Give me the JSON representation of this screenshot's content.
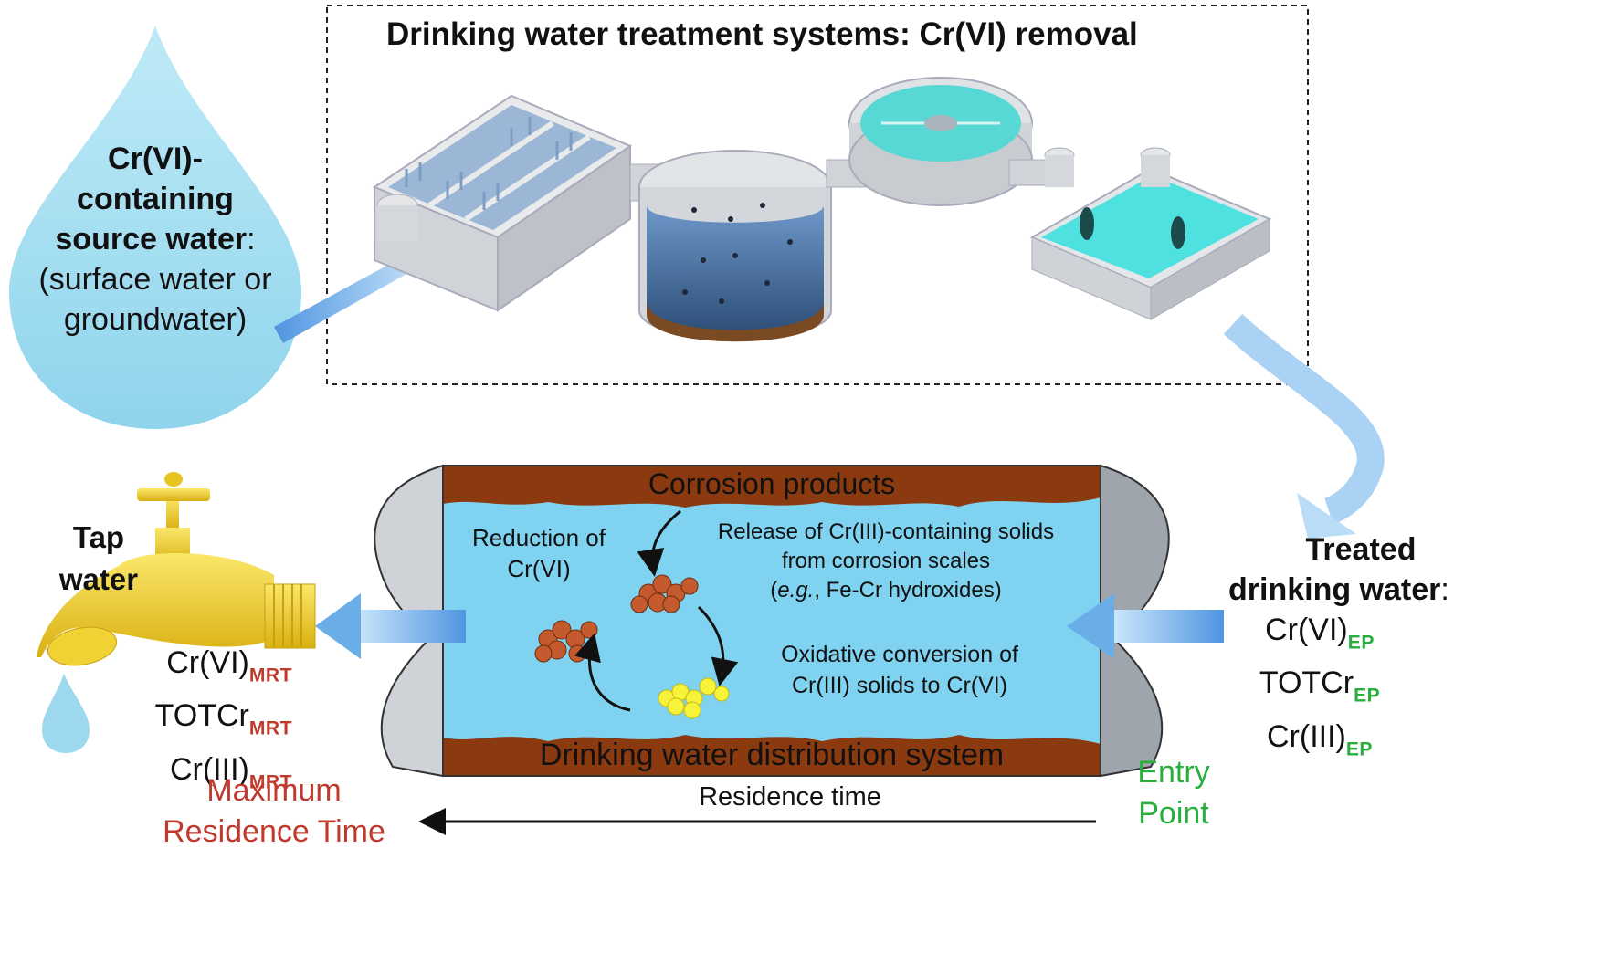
{
  "header": {
    "title": "Drinking water treatment systems: Cr(VI) removal"
  },
  "source": {
    "line1": "Cr(VI)-",
    "line2": "containing",
    "line3": "source water",
    "colon": ":",
    "line4": "(surface water or",
    "line5": "groundwater)"
  },
  "pipe": {
    "top_label": "Corrosion products",
    "bottom_label": "Drinking water distribution system",
    "reduction_line1": "Reduction of",
    "reduction_line2": "Cr(VI)",
    "release_line1": "Release of Cr(III)-containing solids",
    "release_line2": "from corrosion scales",
    "release_eg": "e.g.",
    "release_line3_rest": ", Fe-Cr hydroxides)",
    "release_paren": "(",
    "oxidative_line1": "Oxidative conversion of",
    "oxidative_line2": "Cr(III) solids to Cr(VI)"
  },
  "tap": {
    "label_line1": "Tap",
    "label_line2": "water",
    "species": [
      {
        "main": "Cr(VI)",
        "sub": "MRT"
      },
      {
        "main": "TOTCr",
        "sub": "MRT"
      },
      {
        "main": "Cr(III)",
        "sub": "MRT"
      }
    ],
    "mrt_line1": "Maximum",
    "mrt_line2": "Residence Time"
  },
  "treated": {
    "label_line1": "Treated",
    "label_line2": "drinking water",
    "colon": ":",
    "species": [
      {
        "main": "Cr(VI)",
        "sub": "EP"
      },
      {
        "main": "TOTCr",
        "sub": "EP"
      },
      {
        "main": "Cr(III)",
        "sub": "EP"
      }
    ],
    "entry_line1": "Entry",
    "entry_line2": "Point"
  },
  "axis": {
    "residence_time": "Residence time"
  },
  "colors": {
    "water_drop": "#a8e0f0",
    "pipe_water": "#7fd3f0",
    "corrosion": "#8b3a10",
    "arrow_blue": "#6aaee8",
    "mrt_red": "#c0392b",
    "ep_green": "#27ae3c",
    "faucet_yellow": "#f2d23a"
  }
}
